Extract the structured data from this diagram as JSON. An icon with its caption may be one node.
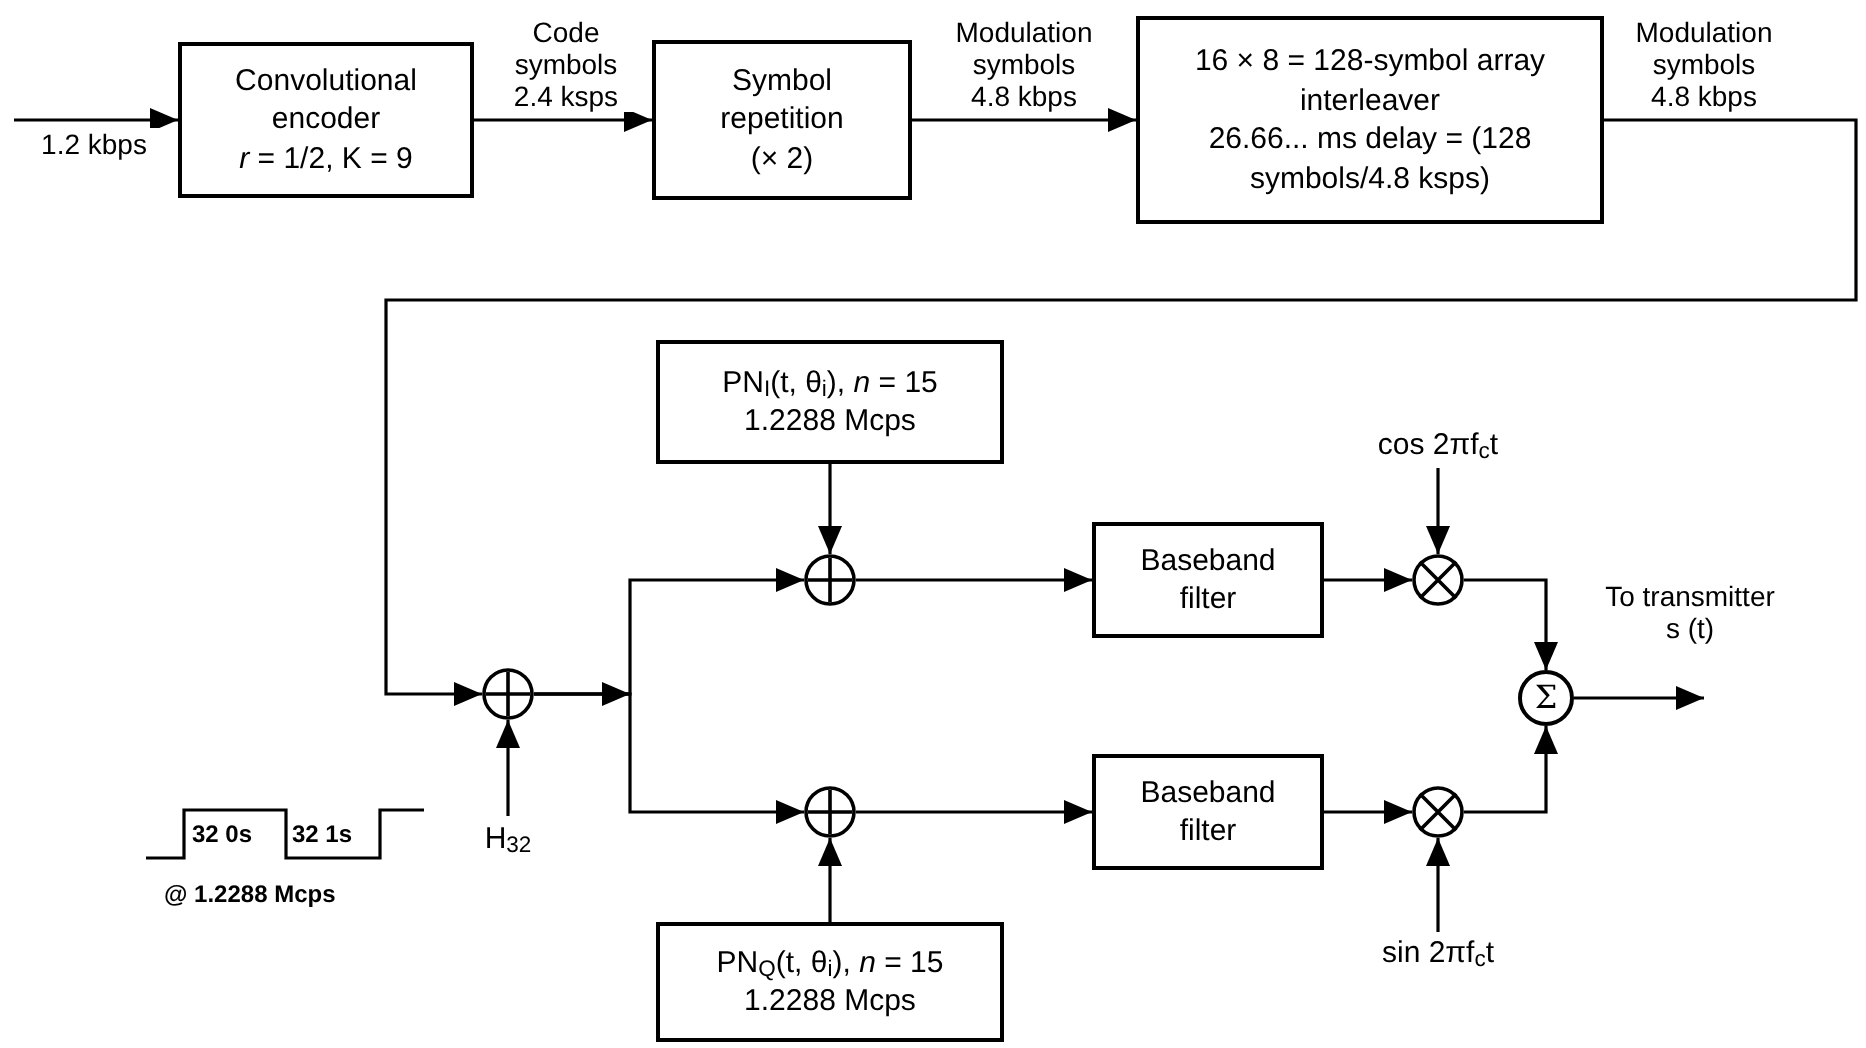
{
  "diagram": {
    "nodes": [
      {
        "text": [
          "Convolutional encoder",
          "*r* = 1/2, K = 9"
        ]
      },
      {
        "text": [
          "Symbol repetition",
          "(× 2)"
        ]
      },
      {
        "text": [
          "16 × 8 = 128-symbol array interleaver",
          "26.66... ms delay = (128 symbols/4.8 ksps)"
        ]
      },
      {
        "text": [],
        "shape": "circle"
      },
      {
        "text": [
          "PN$_{I}$(t, θ$_{i}$), *n* = 15",
          "1.2288 Mcps"
        ]
      },
      {
        "text": [],
        "shape": "circle"
      },
      {
        "text": [],
        "shape": "circle"
      },
      {
        "text": [
          "PN$_{Q}$(t, θ$_{i}$), *n* = 15",
          "1.2288 Mcps"
        ]
      },
      {
        "text": [
          "Baseband filter"
        ]
      },
      {
        "text": [
          "Baseband filter"
        ]
      },
      {
        "text": [],
        "shape": "circle"
      },
      {
        "text": [],
        "shape": "circle"
      },
      {
        "text": [
          "Σ"
        ]
      },
      {
        "text": [
          "H$_{32}$"
        ]
      },
      {
        "text": [
          "cos 2πf$_{c}$t"
        ]
      },
      {
        "text": [
          "sin 2πf$_{c}$t"
        ]
      }
    ],
    "edges": [
      {
        "from": null,
        "to": 0,
        "arrow": "to",
        "label": "1.2 kbps"
      },
      {
        "from": 0,
        "to": 1,
        "arrow": "to",
        "label": "Code symbols 2.4 ksps"
      },
      {
        "from": 1,
        "to": 2,
        "arrow": "to",
        "label": "Modulation symbols 4.8 kbps"
      },
      {
        "from": 2,
        "to": 3,
        "arrow": "to",
        "label": "Modulation symbols 4.8 kbps"
      },
      {
        "from": 13,
        "to": 3,
        "arrow": "to"
      },
      {
        "from": 3,
        "to": 5,
        "arrow": "to"
      },
      {
        "from": 3,
        "to": 6,
        "arrow": "to"
      },
      {
        "from": 4,
        "to": 5,
        "arrow": "to"
      },
      {
        "from": 7,
        "to": 6,
        "arrow": "to"
      },
      {
        "from": 5,
        "to": 8,
        "arrow": "to"
      },
      {
        "from": 6,
        "to": 9,
        "arrow": "to"
      },
      {
        "from": 8,
        "to": 10,
        "arrow": "to"
      },
      {
        "from": 9,
        "to": 11,
        "arrow": "to"
      },
      {
        "from": 14,
        "to": 10,
        "arrow": "to"
      },
      {
        "from": 15,
        "to": 11,
        "arrow": "to"
      },
      {
        "from": 10,
        "to": 12,
        "arrow": "to"
      },
      {
        "from": 11,
        "to": 12,
        "arrow": "to"
      },
      {
        "from": 12,
        "to": null,
        "arrow": "to",
        "label": "To transmitter s (t)"
      }
    ],
    "labels": [
      "32 0s",
      "32 1s",
      "@ 1.2288 Mcps"
    ]
  }
}
